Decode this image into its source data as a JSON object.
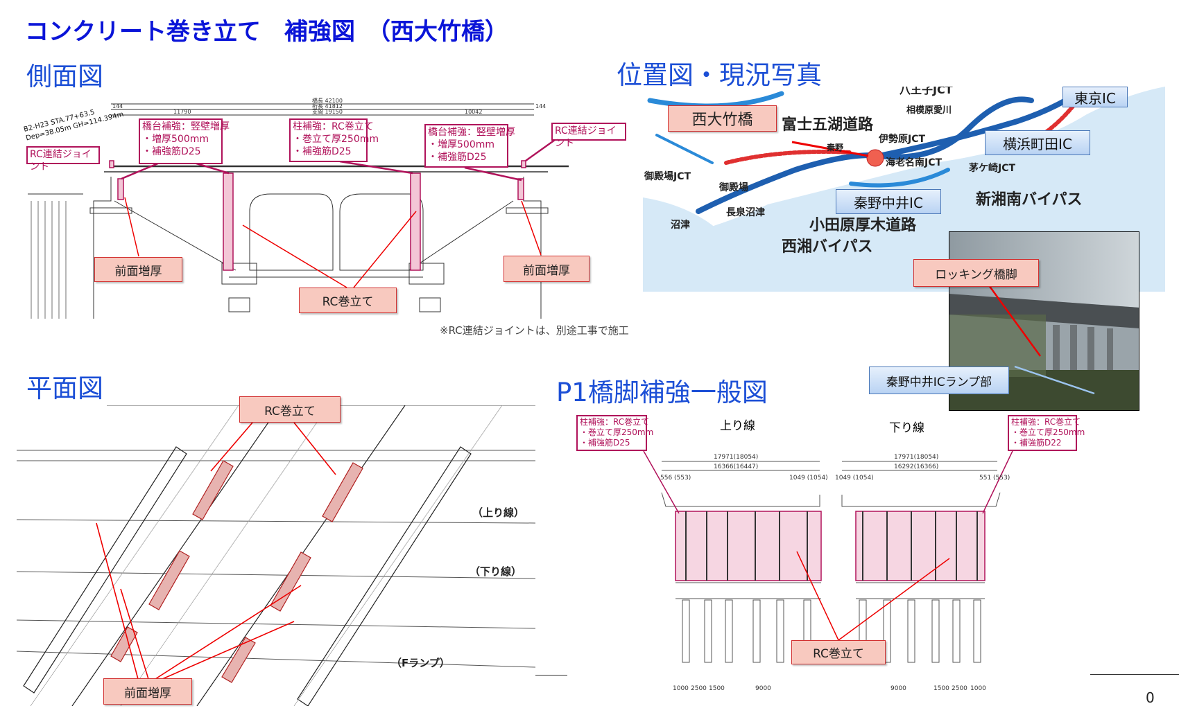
{
  "title": "コンクリート巻き立て　補強図　（西大竹橋）",
  "sections": {
    "side": "側面図",
    "location": "位置図・現況写真",
    "plan": "平面図",
    "p1": "P1橋脚補強一般図"
  },
  "side_view": {
    "station": "B2-H23 STA.77+63.5",
    "depth": "Dep=38.05m GH=114.394m",
    "dims": [
      "橋長 42100",
      "桁長 41812",
      "支間 19150",
      "11790",
      "10042",
      "144",
      "144"
    ],
    "callouts": [
      {
        "lines": [
          "橋台補強：竪壁増厚",
          "・増厚500mm",
          "・補強筋D25"
        ]
      },
      {
        "lines": [
          "柱補強：RC巻立て",
          "・巻立て厚250mm",
          "・補強筋D25"
        ]
      },
      {
        "lines": [
          "橋台補強：竪壁増厚",
          "・増厚500mm",
          "・補強筋D25"
        ]
      }
    ],
    "joint_left": "RC連結ジョイント",
    "joint_right": "RC連結ジョイント",
    "front_left": "前面増厚",
    "rc_center": "RC巻立て",
    "front_right": "前面増厚",
    "note": "※RC連結ジョイントは、別途工事で施工"
  },
  "location": {
    "bridge": "西大竹橋",
    "tokyo_ic": "東京IC",
    "yokohama_ic": "横浜町田IC",
    "hadano_ic": "秦野中井IC",
    "map_text": [
      "八王子JCT",
      "相模原愛川",
      "富士五湖道路",
      "伊勢原JCT",
      "海老名南JCT",
      "茅ケ崎JCT",
      "御殿場JCT",
      "御殿場",
      "長泉沼津",
      "沼津",
      "新湘南バイパス",
      "小田原厚木道路",
      "西湘バイパス",
      "秦野"
    ],
    "rocking": "ロッキング橋脚",
    "ramp": "秦野中井ICランプ部"
  },
  "plan": {
    "rc": "RC巻立て",
    "front": "前面増厚",
    "up": "（上り線）",
    "down": "（下り線）",
    "ramp": "（Fランプ）"
  },
  "p1": {
    "left_callout": [
      "柱補強：RC巻立て",
      "・巻立て厚250mm",
      "・補強筋D25"
    ],
    "right_callout": [
      "柱補強：RC巻立て",
      "・巻立て厚250mm",
      "・補強筋D22"
    ],
    "up": "上り線",
    "down": "下り線",
    "up_dims": [
      "17971(18054)",
      "16366(16447)",
      "556 (553)",
      "1049 (1054)"
    ],
    "down_dims": [
      "17971(18054)",
      "16292(16366)",
      "1049 (1054)",
      "551 (553)"
    ],
    "up_bottom": [
      "1000",
      "2500",
      "1500",
      "9000"
    ],
    "down_bottom": [
      "9000",
      "1500",
      "2500",
      "1000"
    ],
    "rc": "RC巻立て"
  },
  "page_number": "0"
}
